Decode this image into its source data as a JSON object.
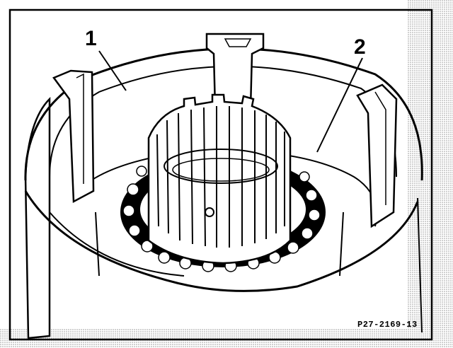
{
  "figure": {
    "callouts": [
      {
        "id": "1",
        "label": "1"
      },
      {
        "id": "2",
        "label": "2"
      }
    ],
    "reference_code": "P27-2169-13"
  },
  "colors": {
    "ink": "#000000",
    "paper": "#ffffff",
    "screen": "#cfcfcf"
  }
}
